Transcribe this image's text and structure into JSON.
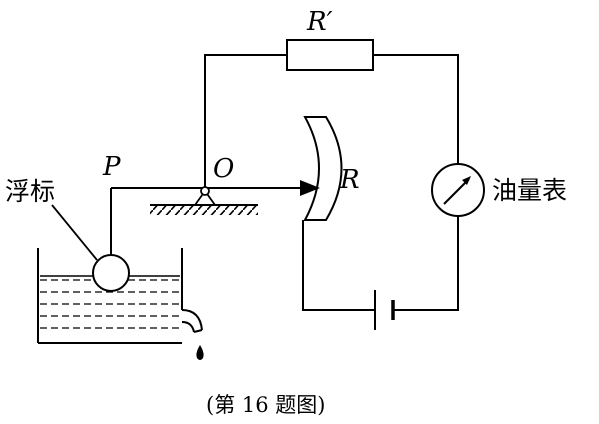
{
  "labels": {
    "r_prime": "R′",
    "r": "R",
    "p": "P",
    "o": "O",
    "float": "浮标",
    "fuel_gauge": "油量表"
  },
  "caption": "(第 16 题图)"
}
